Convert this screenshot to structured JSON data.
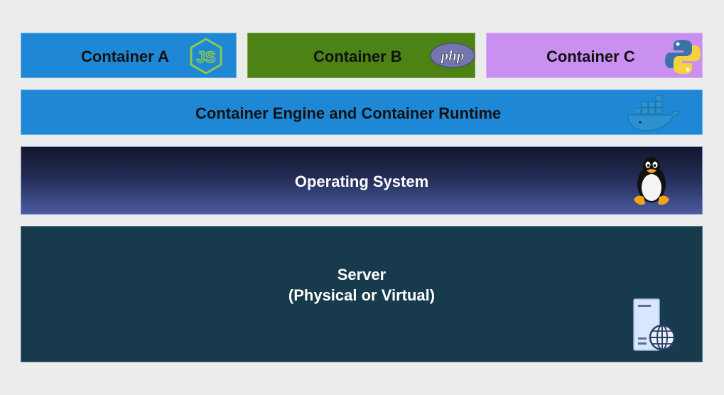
{
  "layers": {
    "container_a": {
      "label": "Container A",
      "icon": "nodejs-icon"
    },
    "container_b": {
      "label": "Container B",
      "icon": "php-icon",
      "icon_text": "php"
    },
    "container_c": {
      "label": "Container C",
      "icon": "python-icon"
    },
    "engine": {
      "label": "Container Engine and Container Runtime",
      "icon": "docker-whale-icon"
    },
    "os": {
      "label": "Operating System",
      "icon": "linux-tux-icon"
    },
    "server": {
      "label": "Server\n(Physical or Virtual)",
      "icon": "server-globe-icon"
    }
  },
  "colors": {
    "background": "#ececec",
    "container_a": "#1f88d6",
    "container_b": "#4d8214",
    "container_c": "#c990f2",
    "engine": "#1f88d6",
    "os_top": "#13172e",
    "os_bottom": "#4a5ba0",
    "server": "#173a4c"
  }
}
